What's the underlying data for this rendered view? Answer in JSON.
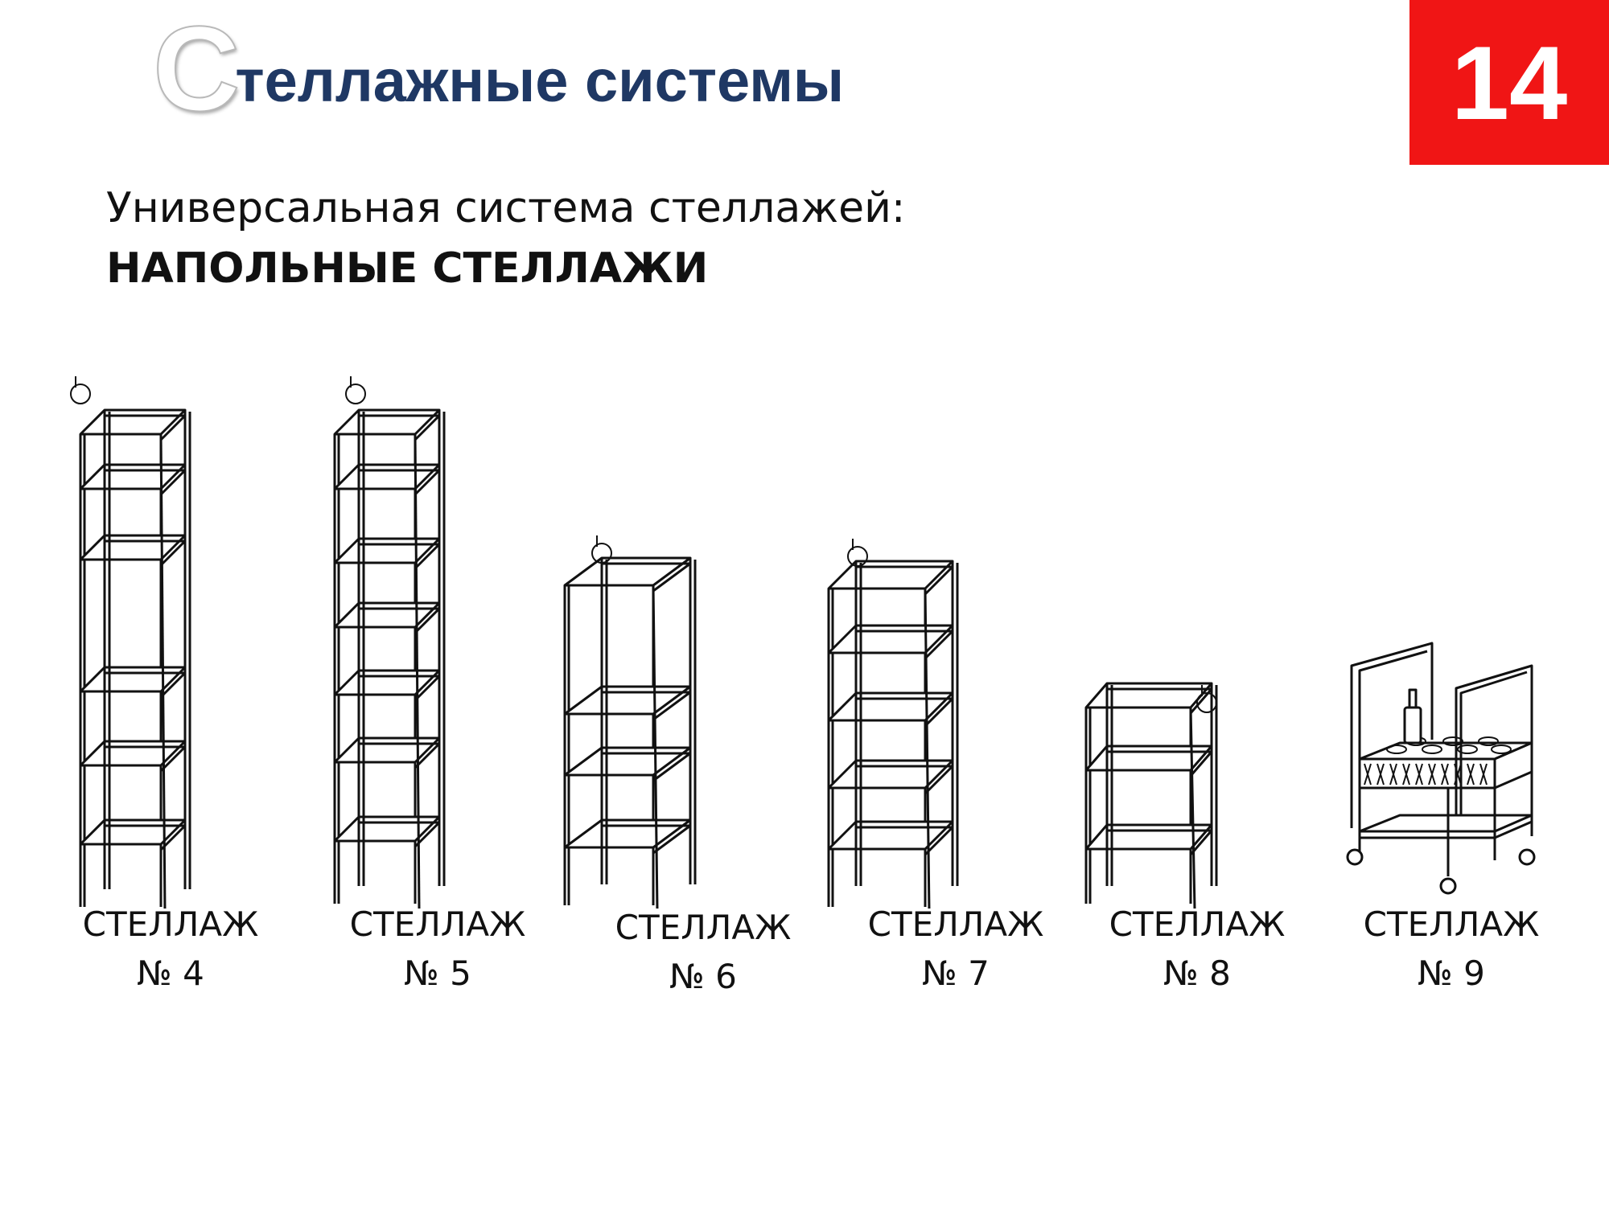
{
  "header": {
    "title_initial": "С",
    "title_rest": "теллажные системы",
    "page_number": "14"
  },
  "subtitle": {
    "line1": "Универсальная система стеллажей:",
    "line2": "НАПОЛЬНЫЕ СТЕЛЛАЖИ"
  },
  "racks": [
    {
      "label": "СТЕЛЛАЖ",
      "number": "№ 4"
    },
    {
      "label": "СТЕЛЛАЖ",
      "number": "№ 5"
    },
    {
      "label": "СТЕЛЛАЖ",
      "number": "№ 6"
    },
    {
      "label": "СТЕЛЛАЖ",
      "number": "№ 7"
    },
    {
      "label": "СТЕЛЛАЖ",
      "number": "№ 8"
    },
    {
      "label": "СТЕЛЛАЖ",
      "number": "№ 9"
    }
  ],
  "colors": {
    "title": "#1f3864",
    "page_badge": "#f01515"
  }
}
